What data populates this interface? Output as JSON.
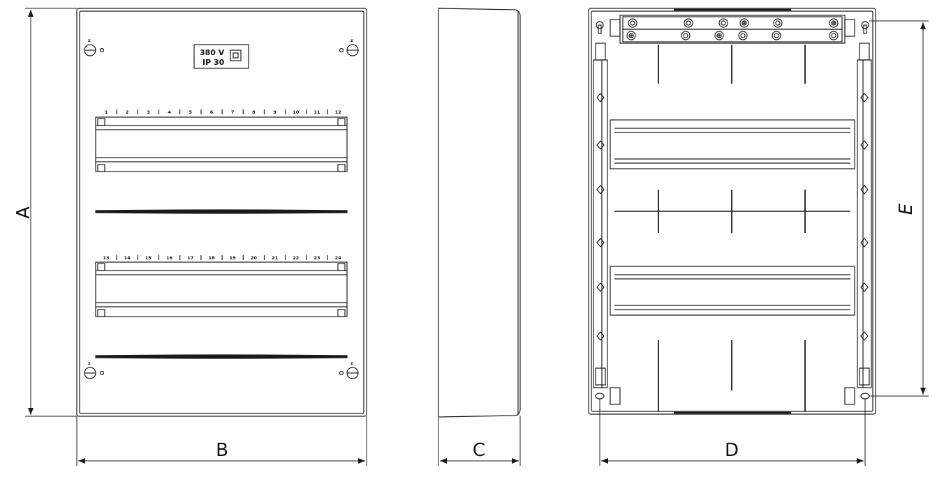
{
  "dimensions": {
    "a": "A",
    "b": "B",
    "c": "C",
    "d": "D",
    "e": "E"
  },
  "front_panel": {
    "rating_voltage": "380 V",
    "rating_ip": "IP 30",
    "screw_mark": "z",
    "rail1_numbers": [
      "1",
      "2",
      "3",
      "4",
      "5",
      "6",
      "7",
      "8",
      "9",
      "10",
      "11",
      "12"
    ],
    "rail2_numbers": [
      "13",
      "14",
      "15",
      "16",
      "17",
      "18",
      "19",
      "20",
      "21",
      "22",
      "23",
      "24"
    ]
  },
  "colors": {
    "line": "#1a1a1a",
    "background": "#ffffff"
  }
}
